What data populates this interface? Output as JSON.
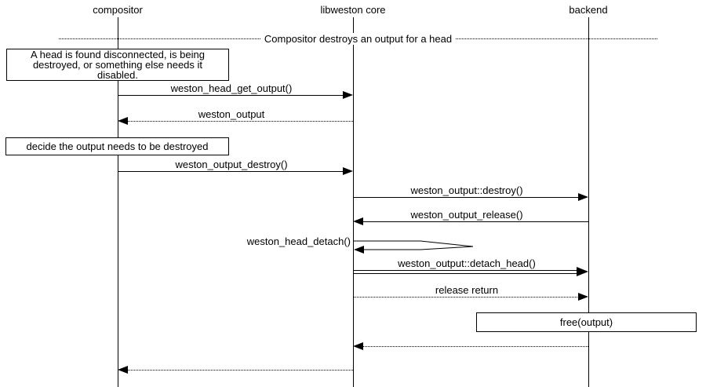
{
  "diagram_type": "uml-sequence",
  "colors": {
    "line": "#000000",
    "background": "#ffffff",
    "text": "#000000"
  },
  "participants": [
    {
      "label": "compositor"
    },
    {
      "label": "libweston core"
    },
    {
      "label": "backend"
    }
  ],
  "divider": {
    "label": "Compositor destroys an output for a head"
  },
  "notes": [
    {
      "text": "A head is found disconnected, is being destroyed, or something else needs it disabled.",
      "over": "compositor"
    },
    {
      "text": "decide the output needs to be destroyed",
      "over": "compositor"
    },
    {
      "text": "free(output)",
      "over": "backend"
    }
  ],
  "messages": [
    {
      "label": "weston_head_get_output()",
      "from": "compositor",
      "to": "libweston core",
      "line": "solid"
    },
    {
      "label": "weston_output",
      "from": "libweston core",
      "to": "compositor",
      "line": "dotted"
    },
    {
      "label": "weston_output_destroy()",
      "from": "compositor",
      "to": "libweston core",
      "line": "solid"
    },
    {
      "label": "weston_output::destroy()",
      "from": "libweston core",
      "to": "backend",
      "line": "solid"
    },
    {
      "label": "weston_output_release()",
      "from": "backend",
      "to": "libweston core",
      "line": "solid"
    },
    {
      "label": "weston_head_detach()",
      "from": "libweston core",
      "to": "libweston core",
      "line": "self"
    },
    {
      "label": "weston_output::detach_head()",
      "from": "libweston core",
      "to": "backend",
      "line": "double"
    },
    {
      "label": "release return",
      "from": "libweston core",
      "to": "backend",
      "line": "dotted"
    },
    {
      "label": "",
      "from": "backend",
      "to": "libweston core",
      "line": "dotted"
    },
    {
      "label": "",
      "from": "libweston core",
      "to": "compositor",
      "line": "dotted"
    }
  ]
}
